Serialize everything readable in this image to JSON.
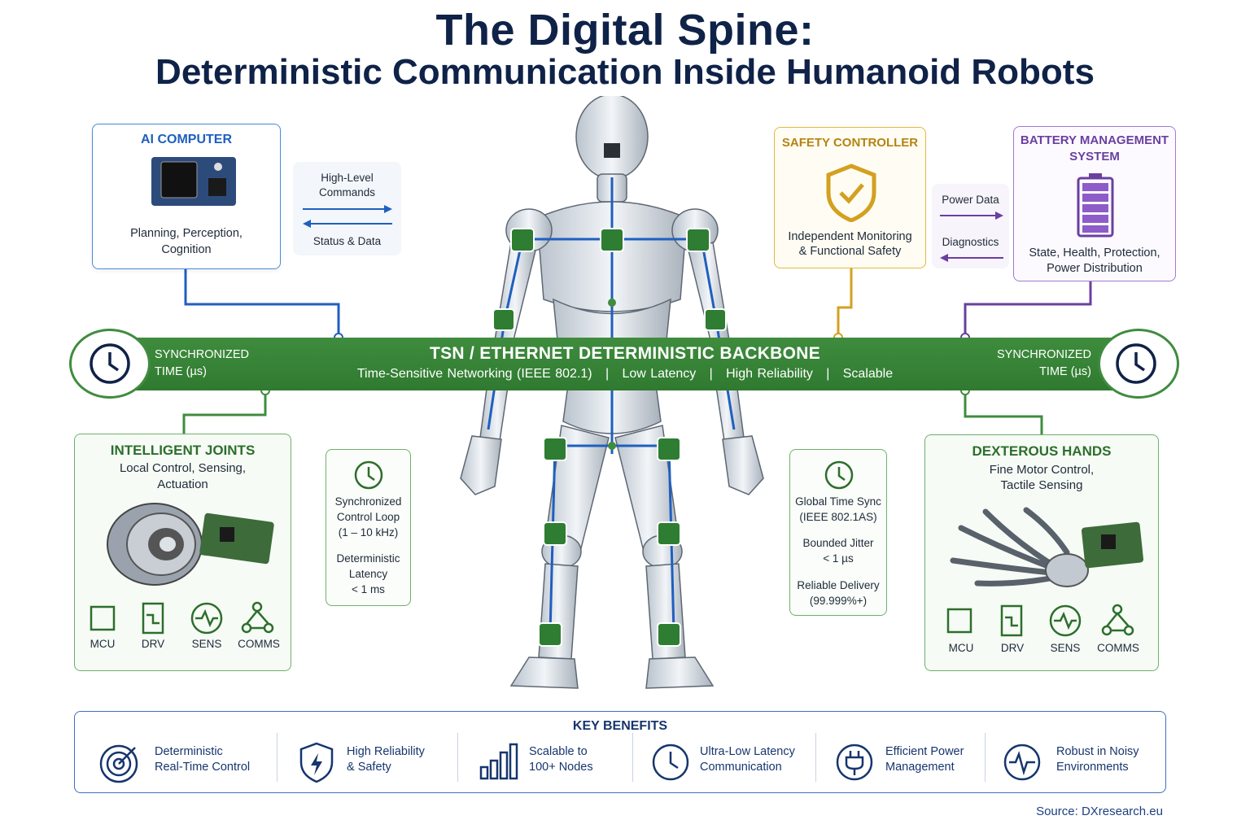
{
  "title": "The Digital Spine:",
  "subtitle": "Deterministic Communication Inside Humanoid Robots",
  "ai_computer": {
    "title": "AI COMPUTER",
    "description_l1": "Planning, Perception,",
    "description_l2": "Cognition"
  },
  "command_flow": {
    "top_l1": "High-Level",
    "top_l2": "Commands",
    "bottom": "Status & Data"
  },
  "safety_controller": {
    "title": "SAFETY CONTROLLER",
    "description_l1": "Independent Monitoring",
    "description_l2": "& Functional Safety"
  },
  "power_flow": {
    "top": "Power Data",
    "bottom": "Diagnostics"
  },
  "bms": {
    "title_l1": "BATTERY MANAGEMENT",
    "title_l2": "SYSTEM",
    "description_l1": "State, Health, Protection,",
    "description_l2": "Power Distribution"
  },
  "backbone": {
    "sync_left_l1": "SYNCHRONIZED",
    "sync_left_l2": "TIME (µs)",
    "title": "TSN / ETHERNET DETERMINISTIC BACKBONE",
    "subtitle": "Time-Sensitive Networking (IEEE 802.1)   |   Low Latency   |   High Reliability   |   Scalable",
    "sync_right_l1": "SYNCHRONIZED",
    "sync_right_l2": "TIME (µs)"
  },
  "joints": {
    "title": "INTELLIGENT JOINTS",
    "sub_l1": "Local Control, Sensing,",
    "sub_l2": "Actuation",
    "icons": [
      "MCU",
      "DRV",
      "SENS",
      "COMMS"
    ]
  },
  "hands": {
    "title": "DEXTEROUS HANDS",
    "sub_l1": "Fine Motor Control,",
    "sub_l2": "Tactile Sensing",
    "icons": [
      "MCU",
      "DRV",
      "SENS",
      "COMMS"
    ]
  },
  "left_sync": {
    "l1": "Synchronized",
    "l2": "Control Loop",
    "l3": "(1 – 10 kHz)",
    "l4": "Deterministic",
    "l5": "Latency",
    "l6": "< 1 ms"
  },
  "right_sync": {
    "l1": "Global Time Sync",
    "l2": "(IEEE 802.1AS)",
    "l3": "Bounded Jitter",
    "l4": "< 1 µs",
    "l5": "Reliable Delivery",
    "l6": "(99.999%+)"
  },
  "benefits": {
    "title": "KEY BENEFITS",
    "items": [
      {
        "l1": "Deterministic",
        "l2": "Real-Time Control",
        "icon": "target-icon"
      },
      {
        "l1": "High Reliability",
        "l2": "& Safety",
        "icon": "shield-bolt-icon"
      },
      {
        "l1": "Scalable to",
        "l2": "100+ Nodes",
        "icon": "bar-chart-icon"
      },
      {
        "l1": "Ultra-Low Latency",
        "l2": "Communication",
        "icon": "clock-icon"
      },
      {
        "l1": "Efficient Power",
        "l2": "Management",
        "icon": "plug-icon"
      },
      {
        "l1": "Robust in Noisy",
        "l2": "Environments",
        "icon": "waveform-icon"
      }
    ]
  },
  "source": "Source: DXresearch.eu",
  "colors": {
    "navy": "#0f2248",
    "green": "#3f8c3e",
    "blue": "#1f5fbf",
    "gold": "#d4a020",
    "purple": "#6a3fa0"
  }
}
